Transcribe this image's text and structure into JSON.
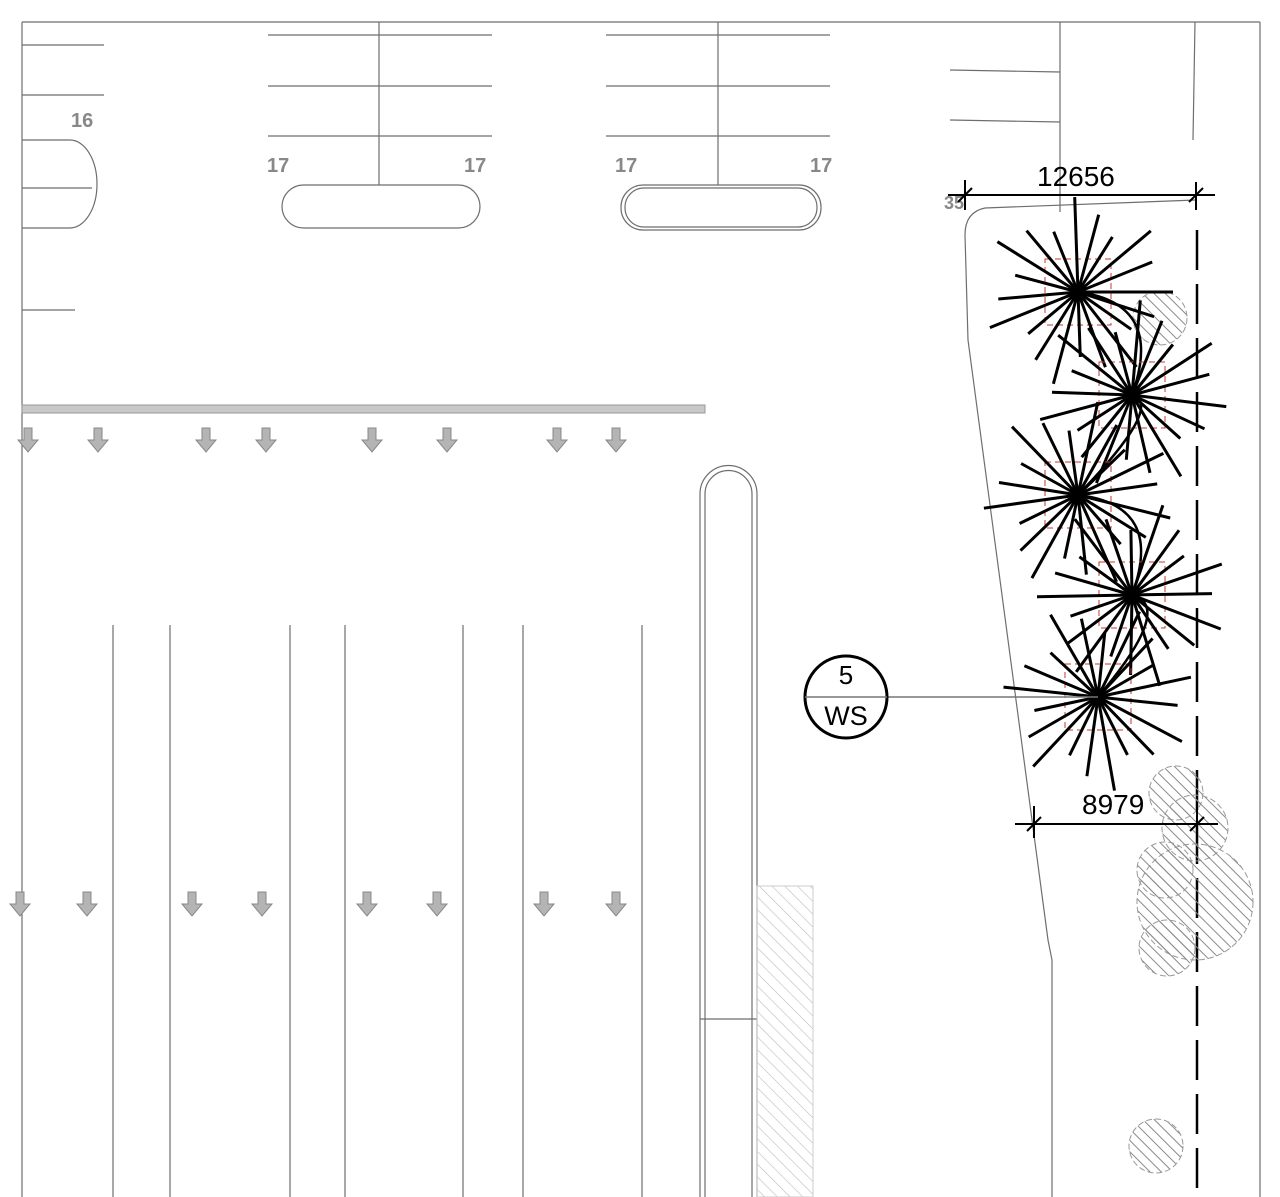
{
  "drawing": {
    "space_labels": [
      "16",
      "17",
      "17",
      "17",
      "17",
      "35"
    ],
    "dimensions": {
      "top": "12656",
      "bottom": "8979"
    },
    "tag": {
      "number": "5",
      "code": "WS"
    },
    "colors": {
      "line": "#6e6e6e",
      "arrow": "#b4b4b4",
      "ink": "#000000",
      "hatch": "#8a8a8a",
      "tree_box": "#c0392b"
    }
  }
}
